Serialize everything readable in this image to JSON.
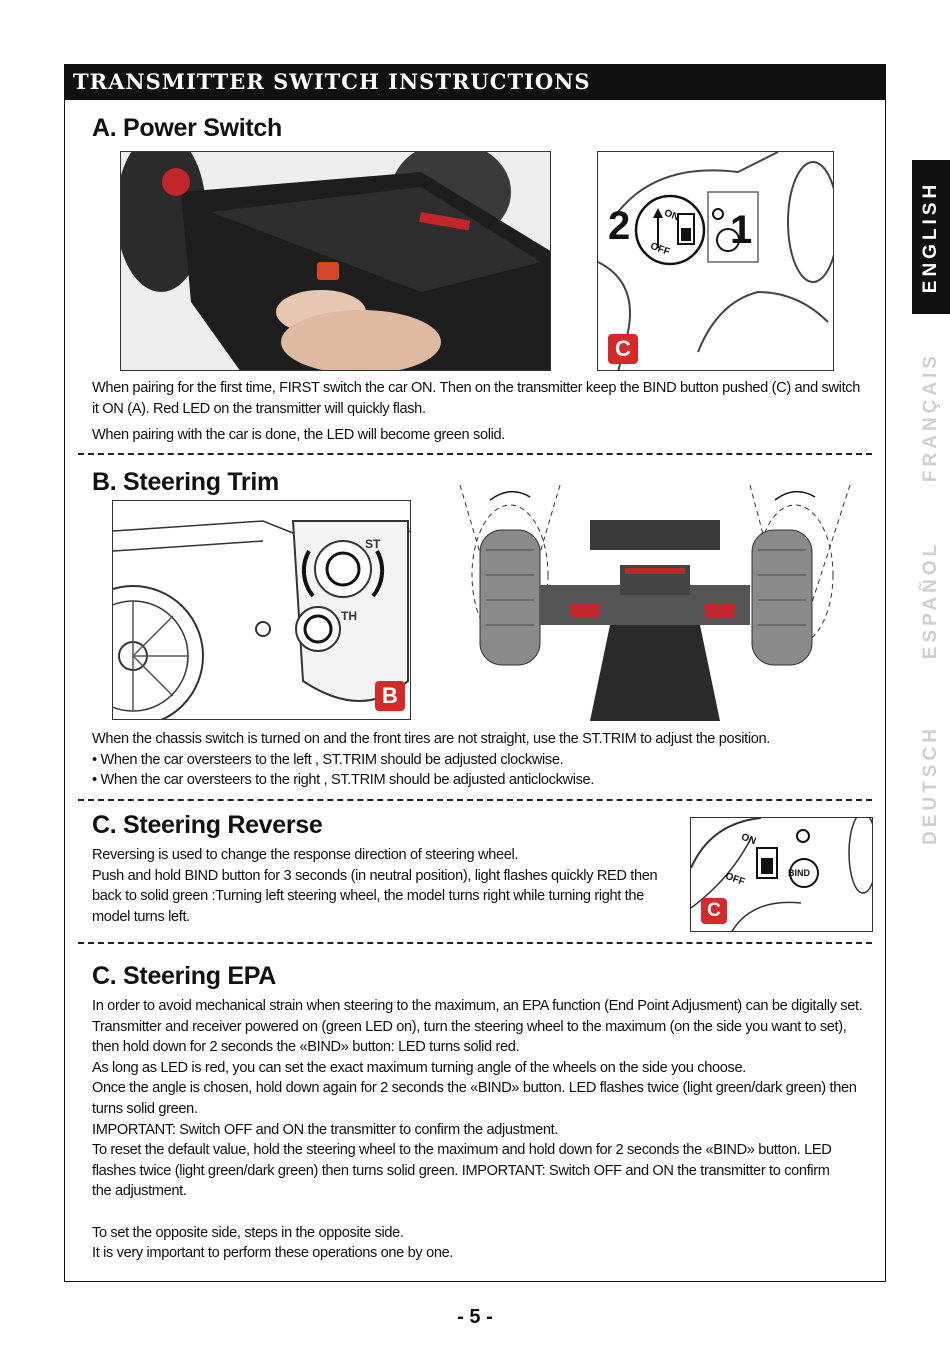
{
  "header": {
    "title": "TRANSMITTER SWITCH INSTRUCTIONS"
  },
  "language_tabs": [
    {
      "label": "ENGLISH",
      "active": true
    },
    {
      "label": "FRANÇAIS",
      "active": false
    },
    {
      "label": "ESPAÑOL",
      "active": false
    },
    {
      "label": "DEUTSCH",
      "active": false
    }
  ],
  "section_a": {
    "title": "A. Power Switch",
    "lines": [
      "When pairing for the first time, FIRST switch the car ON. Then on the transmitter keep the BIND button pushed (C) and switch",
      "it ON (A). Red LED on the transmitter will quickly flash.",
      "When pairing with the car is done, the LED will become green solid."
    ],
    "figure_labels": {
      "num_left": "2",
      "num_right": "1",
      "on": "ON",
      "off": "OFF",
      "badge": "C"
    }
  },
  "section_b": {
    "title": "B. Steering Trim",
    "lines": [
      "When the chassis switch is turned on and the front tires are not straight, use the ST.TRIM to adjust the position.",
      "• When the car oversteers to the left , ST.TRIM should be adjusted clockwise.",
      "• When the car oversteers to the right , ST.TRIM should be adjusted anticlockwise."
    ],
    "figure_labels": {
      "st": "ST",
      "th": "TH",
      "badge": "B"
    }
  },
  "section_c1": {
    "title": "C. Steering Reverse",
    "lines": [
      "Reversing is used to change the response direction of steering wheel.",
      "Push and hold BIND button for 3 seconds (in neutral position), light flashes quickly RED then",
      "back to solid green :Turning left steering wheel, the model turns right while turning right the",
      "model turns left."
    ],
    "figure_labels": {
      "on": "ON",
      "off": "OFF",
      "bind": "BIND",
      "badge": "C"
    }
  },
  "section_c2": {
    "title": "C. Steering EPA",
    "lines": [
      "In order to avoid mechanical strain when steering to the maximum, an EPA function (End Point Adjusment) can be digitally set.",
      "Transmitter and receiver powered on (green LED on), turn the steering wheel to the maximum (on the side you want to set),",
      "then hold down for 2 seconds the «BIND» button: LED turns solid red.",
      "As long as LED is red, you can set the exact maximum turning angle of the wheels on the side you choose.",
      "Once the angle is chosen, hold down again for 2 seconds the «BIND» button. LED flashes twice (light green/dark green) then",
      "turns solid green.",
      "IMPORTANT: Switch OFF and ON the transmitter to confirm the adjustment.",
      "To reset the default value, hold the steering wheel to the maximum and hold down for 2 seconds the «BIND» button. LED",
      "flashes twice (light green/dark green) then turns solid green. IMPORTANT: Switch OFF and ON the transmitter to confirm",
      "the adjustment.",
      "",
      "To set the opposite side, steps in the opposite side.",
      "It is very important to perform these operations one by one."
    ]
  },
  "footer": {
    "page": "- 5 -"
  }
}
